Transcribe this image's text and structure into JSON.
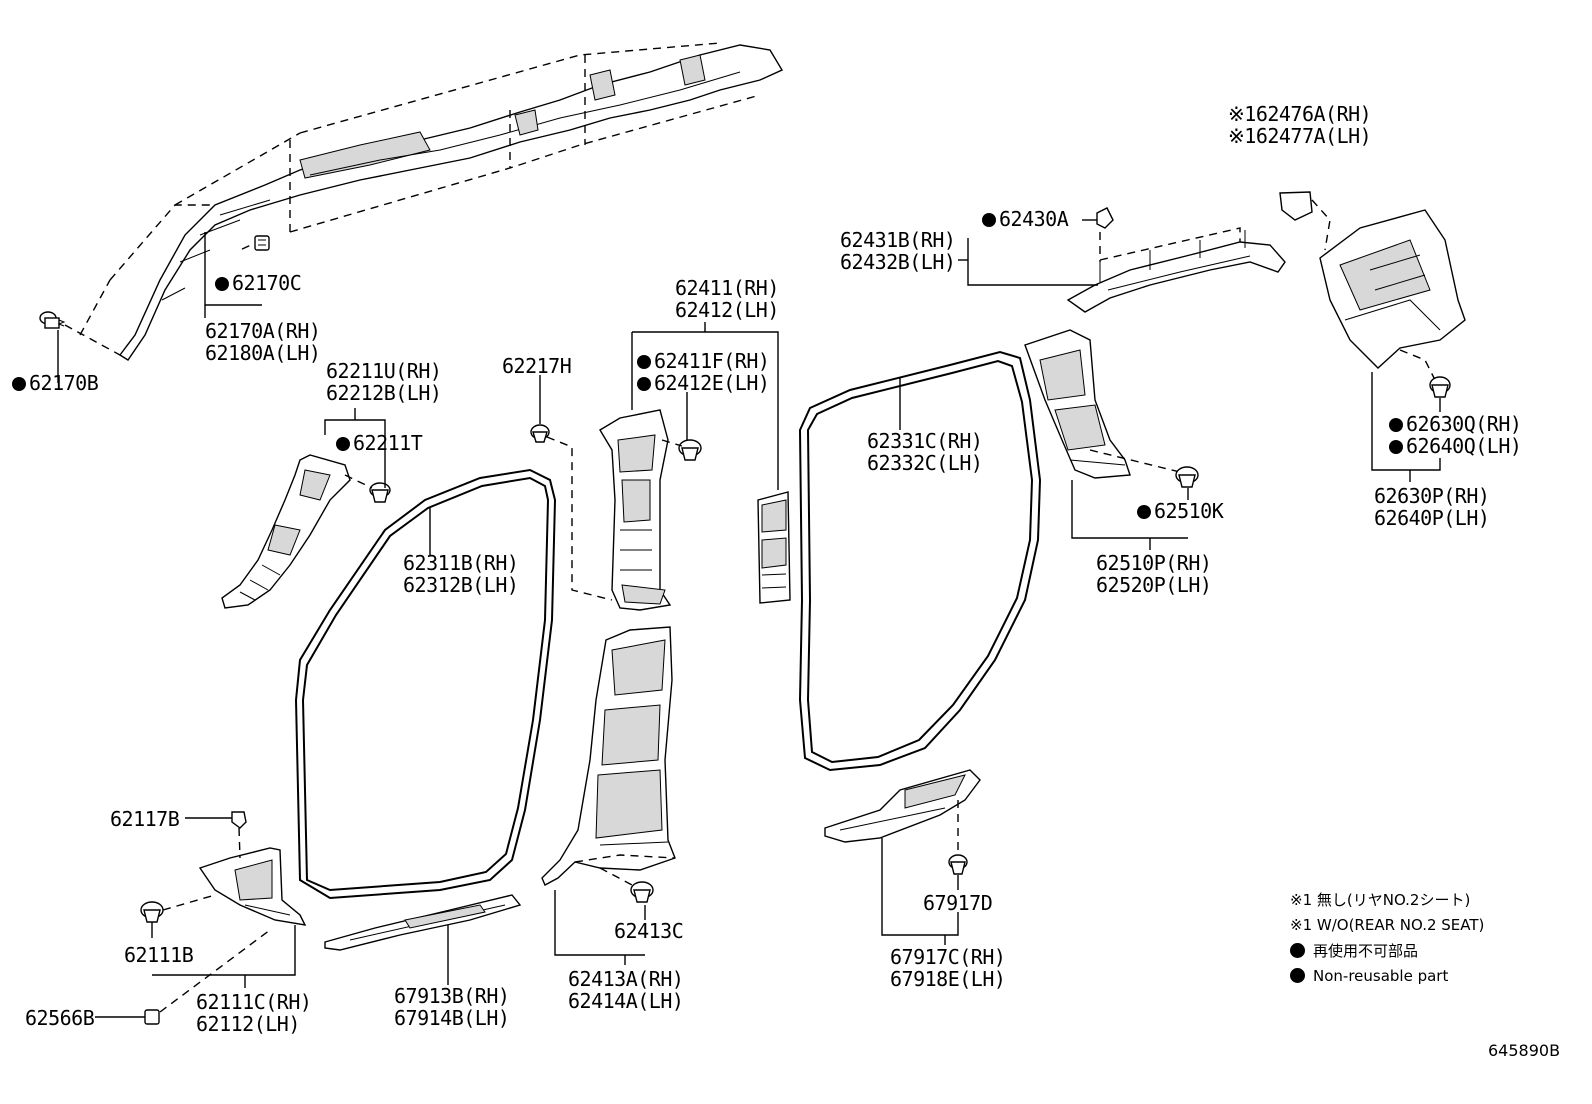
{
  "labels": {
    "p62170B": "62170B",
    "p62170C": "62170C",
    "p62170A": "62170A(RH)",
    "p62180A": "62180A(LH)",
    "p62211U": "62211U(RH)",
    "p62212B": "62212B(LH)",
    "p62211T": "62211T",
    "p62217H": "62217H",
    "p62411": "62411(RH)",
    "p62412": "62412(LH)",
    "p62411F": "62411F(RH)",
    "p62412E": "62412E(LH)",
    "p62311B": "62311B(RH)",
    "p62312B": "62312B(LH)",
    "p62331C": "62331C(RH)",
    "p62332C": "62332C(LH)",
    "p62430A": "62430A",
    "p62431B": "62431B(RH)",
    "p62432B": "62432B(LH)",
    "p62476A": "62476A(RH)",
    "p62477A": "62477A(LH)",
    "p62476A_mark": "※1",
    "p62477A_mark": "※1",
    "p62630Q": "62630Q(RH)",
    "p62640Q": "62640Q(LH)",
    "p62630P": "62630P(RH)",
    "p62640P": "62640P(LH)",
    "p62510K": "62510K",
    "p62510P": "62510P(RH)",
    "p62520P": "62520P(LH)",
    "p62117B": "62117B",
    "p62111B": "62111B",
    "p62111C": "62111C(RH)",
    "p62112": "62112(LH)",
    "p62566B": "62566B",
    "p67913B": "67913B(RH)",
    "p67914B": "67914B(LH)",
    "p62413C": "62413C",
    "p62413A": "62413A(RH)",
    "p62414A": "62414A(LH)",
    "p67917D": "67917D",
    "p67917C": "67917C(RH)",
    "p67918E": "67918E(LH)"
  },
  "legend": {
    "row1": "※1 無し(リヤNO.2シート)",
    "row2": "※1 W/O(REAR NO.2 SEAT)",
    "row3": "再使用不可部品",
    "row4": "Non-reusable part"
  },
  "figure_number": "645890B"
}
